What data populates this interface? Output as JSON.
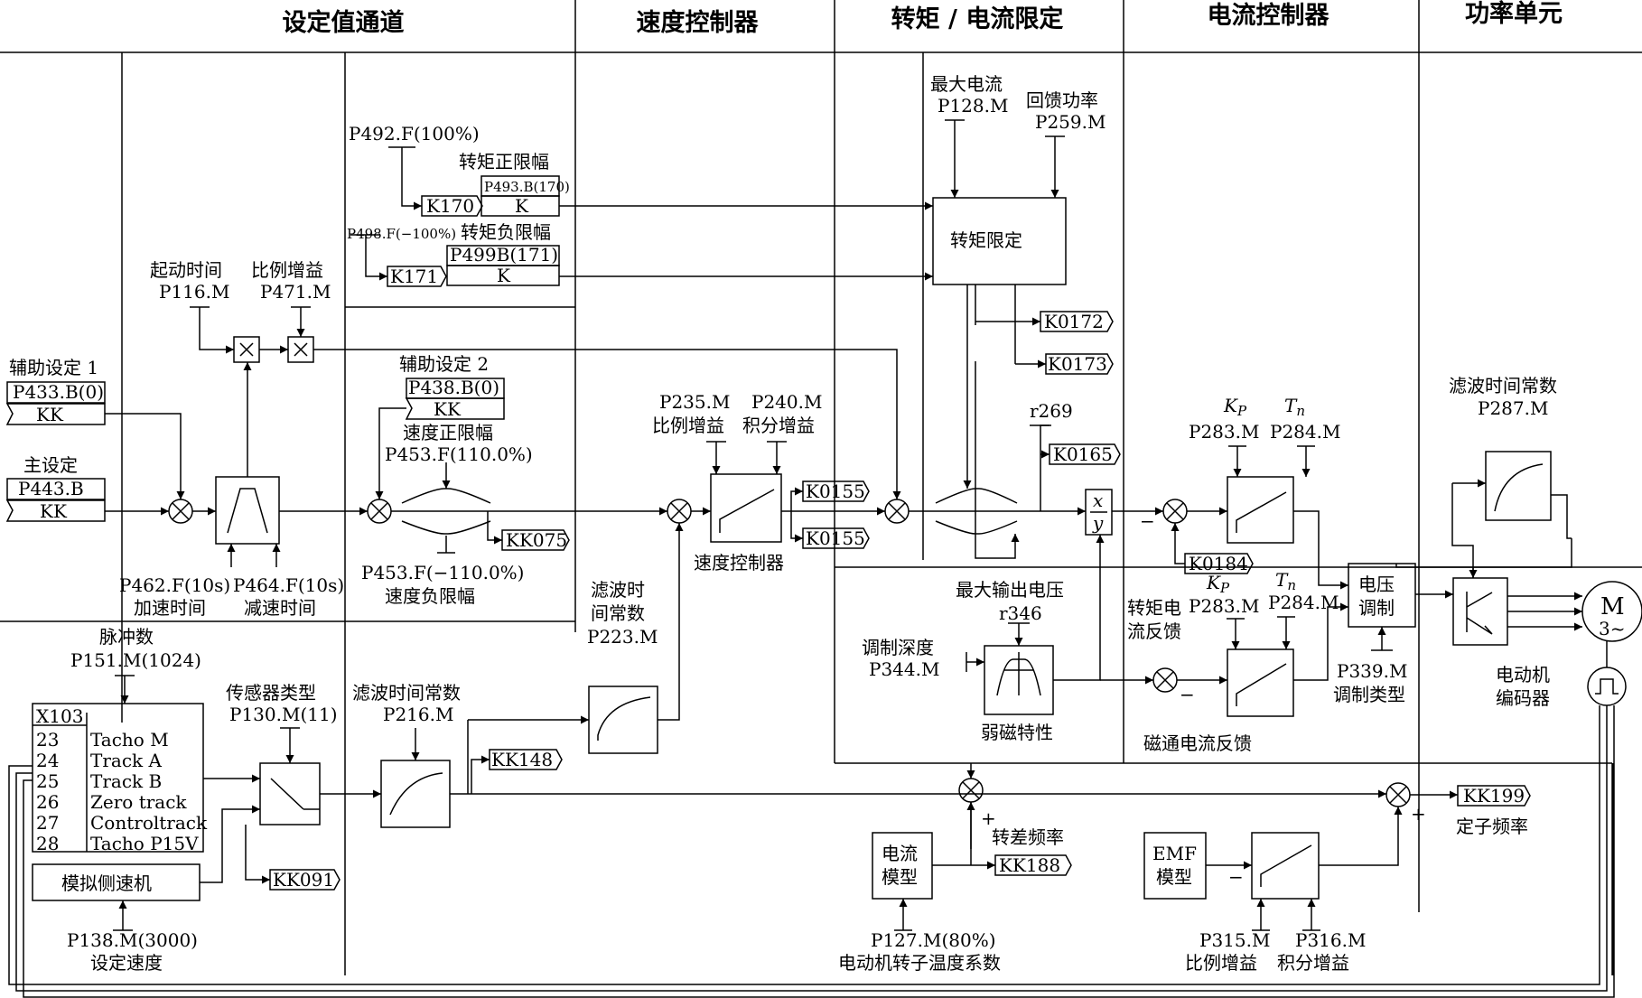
{
  "sections": {
    "setpoint_channel": "设定值通道",
    "speed_controller": "速度控制器",
    "torque_current_limit": "转矩 / 电流限定",
    "current_controller": "电流控制器",
    "power_unit": "功率单元"
  },
  "labels": {
    "aux_setpoint1": "辅助设定 1",
    "p433": "P433.B(0)",
    "kk_a": "KK",
    "main_setpoint": "主设定",
    "p443": "P443.B",
    "kk_b": "KK",
    "start_time": "起动时间",
    "p116": "P116.M",
    "prop_gain_471": "比例增益",
    "p471": "P471.M",
    "p492": "P492.F(100%)",
    "torque_pos_limit": "转矩正限幅",
    "p493": "P493.B(170)",
    "k_a": "K",
    "k170": "K170",
    "p498": "P498.F(−100%)",
    "torque_neg_limit": "转矩负限幅",
    "p499": "P499B(171)",
    "k_b": "K",
    "k171": "K171",
    "aux_setpoint2": "辅助设定 2",
    "p438": "P438.B(0)",
    "kk_c": "KK",
    "speed_pos_limit": "速度正限幅",
    "p453_pos": "P453.F(110.0%)",
    "kk075": "KK075",
    "p453_neg": "P453.F(−110.0%)",
    "speed_neg_limit": "速度负限幅",
    "p462": "P462.F(10s)",
    "accel_time": "加速时间",
    "p464": "P464.F(10s)",
    "decel_time": "减速时间",
    "pulse_count": "脉冲数",
    "p151": "P151.M(1024)",
    "sensor_type": "传感器类型",
    "p130": "P130.M(11)",
    "filter_tc_216": "滤波时间常数",
    "p216": "P216.M",
    "kk148": "KK148",
    "kk091": "KK091",
    "p138": "P138.M(3000)",
    "set_speed": "设定速度",
    "analog_tacho": "模拟侧速机",
    "x103": "X103",
    "terminals": [
      {
        "num": "23",
        "name": "Tacho M"
      },
      {
        "num": "24",
        "name": "Track A"
      },
      {
        "num": "25",
        "name": "Track B"
      },
      {
        "num": "26",
        "name": "Zero track"
      },
      {
        "num": "27",
        "name": "Controltrack"
      },
      {
        "num": "28",
        "name": "Tacho P15V"
      }
    ],
    "filter_223_a": "滤波时",
    "filter_223_b": "间常数",
    "p223": "P223.M",
    "p235": "P235.M",
    "p240": "P240.M",
    "prop_gain": "比例增益",
    "int_gain": "积分增益",
    "k0155_a": "K0155",
    "k0155_b": "K0155",
    "speed_ctrl_label": "速度控制器",
    "max_current": "最大电流",
    "p128": "P128.M",
    "regen_power": "回馈功率",
    "p259": "P259.M",
    "torque_limit_block": "转矩限定",
    "k0172": "K0172",
    "k0173": "K0173",
    "r269": "r269",
    "k0165": "K0165",
    "max_out_voltage": "最大输出电压",
    "r346": "r346",
    "mod_depth": "调制深度",
    "p344": "P344.M",
    "field_weak": "弱磁特性",
    "kp1": "K",
    "kp1_sub": "P",
    "tn1": "T",
    "tn1_sub": "n",
    "p283_a": "P283.M",
    "p284_a": "P284.M",
    "k0184": "K0184",
    "kp2": "K",
    "kp2_sub": "P",
    "tn2": "T",
    "tn2_sub": "n",
    "p283_b": "P283.M",
    "p284_b": "P284.M",
    "torque_fb_a": "转矩电",
    "torque_fb_b": "流反馈",
    "flux_fb": "磁通电流反馈",
    "frac_x": "x",
    "frac_y": "y",
    "volt_mod_a": "电压",
    "volt_mod_b": "调制",
    "p339": "P339.M",
    "mod_type": "调制类型",
    "filter_287": "滤波时间常数",
    "p287": "P287.M",
    "motor_m": "M",
    "motor_3": "3~",
    "motor_encoder_a": "电动机",
    "motor_encoder_b": "编码器",
    "current_model_a": "电流",
    "current_model_b": "模型",
    "slip_freq": "转差频率",
    "kk188": "KK188",
    "p127": "P127.M(80%)",
    "rotor_temp": "电动机转子温度系数",
    "emf_a": "EMF",
    "emf_b": "模型",
    "p315": "P315.M",
    "p316": "P316.M",
    "prop_gain_315": "比例增益",
    "int_gain_316": "积分增益",
    "kk199": "KK199",
    "stator_freq": "定子频率",
    "plus": "+",
    "minus": "−"
  },
  "colors": {
    "line": "#000000",
    "background": "#ffffff"
  }
}
